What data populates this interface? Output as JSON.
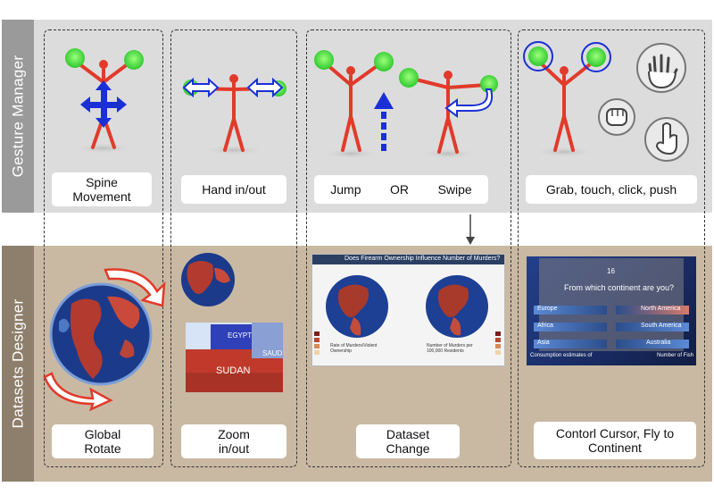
{
  "sections": {
    "gesture_manager": "Gesture Manager",
    "datasets_designer": "Datasets Designer"
  },
  "gestures": [
    {
      "label_line1": "Spine",
      "label_line2": "Movement"
    },
    {
      "label": "Hand in/out"
    },
    {
      "label_a": "Jump",
      "label_or": "OR",
      "label_b": "Swipe"
    },
    {
      "label": "Grab, touch, click, push"
    }
  ],
  "actions": [
    {
      "label_line1": "Global",
      "label_line2": "Rotate"
    },
    {
      "label_line1": "Zoom",
      "label_line2": "in/out"
    },
    {
      "label_line1": "Dataset",
      "label_line2": "Change"
    },
    {
      "label_line1": "Contorl Cursor, Fly to",
      "label_line2": "Continent"
    }
  ],
  "map_labels": {
    "country_a": "EGYPT",
    "country_b": "SUDAN",
    "country_c": "SAUD"
  },
  "dataset_screen": {
    "title": "Does Firearm Ownership Influence Number of Murders?",
    "legend_left": "Rate of Murders/Violent Ownership",
    "legend_right": "Number of Murders per 100,000 Residents"
  },
  "quiz_screen": {
    "number": "16",
    "question": "From which continent are you?",
    "options": [
      "Europe",
      "North America",
      "Africa",
      "South America",
      "Asia",
      "Australia"
    ],
    "footer_left": "Consumption estimates of",
    "footer_right": "Number of Fish"
  },
  "colors": {
    "band_gesture": "#dcdcdc",
    "band_dataset": "#c9b9a3",
    "skeleton": "#e23a2a",
    "hand": "#3fdc3f",
    "arrow": "#1a2fd6",
    "rotate_arrow": "#e23a2a"
  }
}
